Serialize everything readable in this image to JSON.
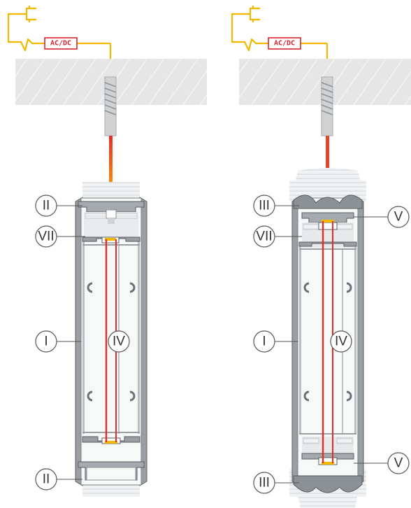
{
  "panels": [
    {
      "id": "left",
      "power_supply_label": "AC/DC",
      "callouts": {
        "top_cap": "II",
        "clip": "VII",
        "housing": "I",
        "led_strip": "IV",
        "bottom_cap": "II"
      }
    },
    {
      "id": "right",
      "power_supply_label": "AC/DC",
      "callouts": {
        "top_cap": "III",
        "top_mount": "V",
        "clip": "VII",
        "housing": "I",
        "led_strip": "IV",
        "bottom_mount": "V",
        "bottom_cap": "III"
      }
    }
  ],
  "colors": {
    "cable_low_voltage": "#f5b800",
    "cable_main": "#e52d27",
    "adapter_stroke": "#d9252b",
    "ceiling_fill": "#e3e3e3",
    "profile_fill": "#9a9fa3",
    "profile_stroke": "#5a5e61",
    "diffuser": "#e2e4e6",
    "callout_stroke": "#555555"
  }
}
